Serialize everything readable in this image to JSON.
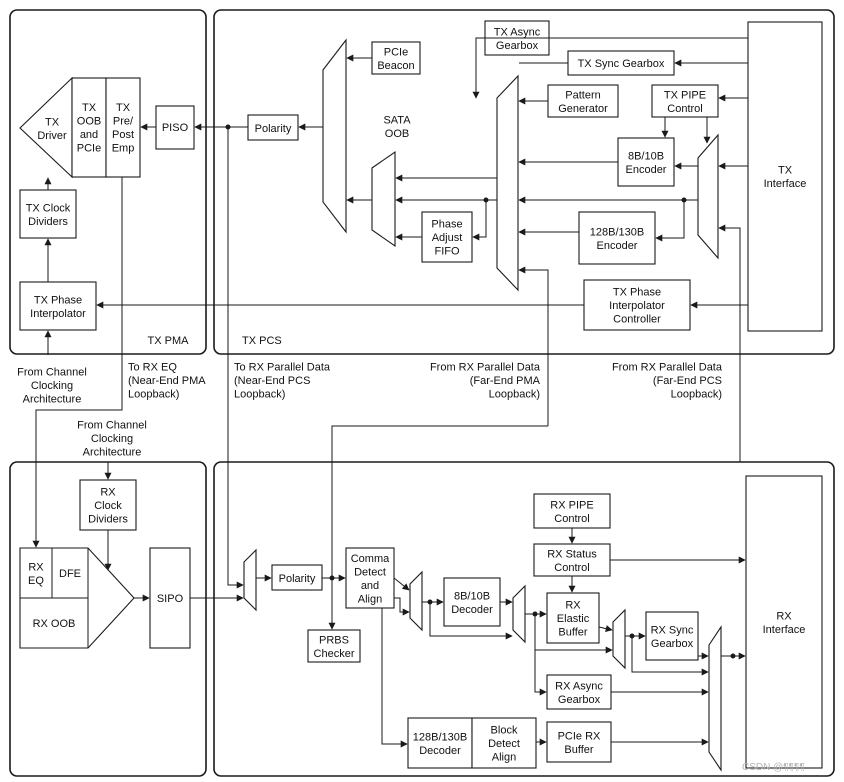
{
  "blocks": {
    "tx_driver": [
      "TX",
      "Driver"
    ],
    "tx_oob": [
      "TX",
      "OOB",
      "and",
      "PCIe"
    ],
    "tx_preemp": [
      "TX",
      "Pre/",
      "Post",
      "Emp"
    ],
    "piso": [
      "PISO"
    ],
    "tx_clock_dividers": [
      "TX Clock",
      "Dividers"
    ],
    "tx_phase_interpolator": [
      "TX Phase",
      "Interpolator"
    ],
    "polarity_tx": [
      "Polarity"
    ],
    "pcie_beacon": [
      "PCIe",
      "Beacon"
    ],
    "sata_oob": [
      "SATA",
      "OOB"
    ],
    "tx_async_gearbox": [
      "TX Async",
      "Gearbox"
    ],
    "tx_sync_gearbox": [
      "TX Sync Gearbox"
    ],
    "pattern_generator": [
      "Pattern",
      "Generator"
    ],
    "tx_pipe_control": [
      "TX PIPE",
      "Control"
    ],
    "enc_8b10b": [
      "8B/10B",
      "Encoder"
    ],
    "phase_adjust_fifo": [
      "Phase",
      "Adjust",
      "FIFO"
    ],
    "enc_128b130b": [
      "128B/130B",
      "Encoder"
    ],
    "tx_interface": [
      "TX",
      "Interface"
    ],
    "tx_phase_interp_controller": [
      "TX Phase",
      "Interpolator",
      "Controller"
    ],
    "rx_eq": [
      "RX",
      "EQ"
    ],
    "dfe": [
      "DFE"
    ],
    "rx_oob": [
      "RX OOB"
    ],
    "rx_clock_dividers": [
      "RX",
      "Clock",
      "Dividers"
    ],
    "sipo": [
      "SIPO"
    ],
    "polarity_rx": [
      "Polarity"
    ],
    "comma_detect": [
      "Comma",
      "Detect",
      "and",
      "Align"
    ],
    "prbs_checker": [
      "PRBS",
      "Checker"
    ],
    "dec_8b10b": [
      "8B/10B",
      "Decoder"
    ],
    "rx_pipe_control": [
      "RX PIPE",
      "Control"
    ],
    "rx_status_control": [
      "RX Status",
      "Control"
    ],
    "rx_elastic_buffer": [
      "RX",
      "Elastic",
      "Buffer"
    ],
    "rx_sync_gearbox": [
      "RX Sync",
      "Gearbox"
    ],
    "rx_async_gearbox": [
      "RX Async",
      "Gearbox"
    ],
    "dec_128b130b": [
      "128B/130B",
      "Decoder"
    ],
    "block_detect_align": [
      "Block",
      "Detect",
      "Align"
    ],
    "pcie_rx_buffer": [
      "PCIe RX",
      "Buffer"
    ],
    "rx_interface": [
      "RX",
      "Interface"
    ]
  },
  "labels": {
    "tx_pma": [
      "TX PMA"
    ],
    "tx_pcs": [
      "TX PCS"
    ],
    "from_channel_clocking_1": [
      "From Channel",
      "Clocking",
      "Architecture"
    ],
    "from_channel_clocking_2": [
      "From Channel",
      "Clocking",
      "Architecture"
    ],
    "to_rx_eq": [
      "To RX EQ",
      "(Near-End PMA",
      "Loopback)"
    ],
    "to_rx_parallel": [
      "To RX Parallel Data",
      "(Near-End PCS",
      "Loopback)"
    ],
    "from_rx_far_pma": [
      "From RX Parallel Data",
      "(Far-End PMA",
      "Loopback)"
    ],
    "from_rx_far_pcs": [
      "From RX Parallel Data",
      "(Far-End PCS",
      "Loopback)"
    ]
  },
  "watermark": "CSDN @¶¶¶¶"
}
